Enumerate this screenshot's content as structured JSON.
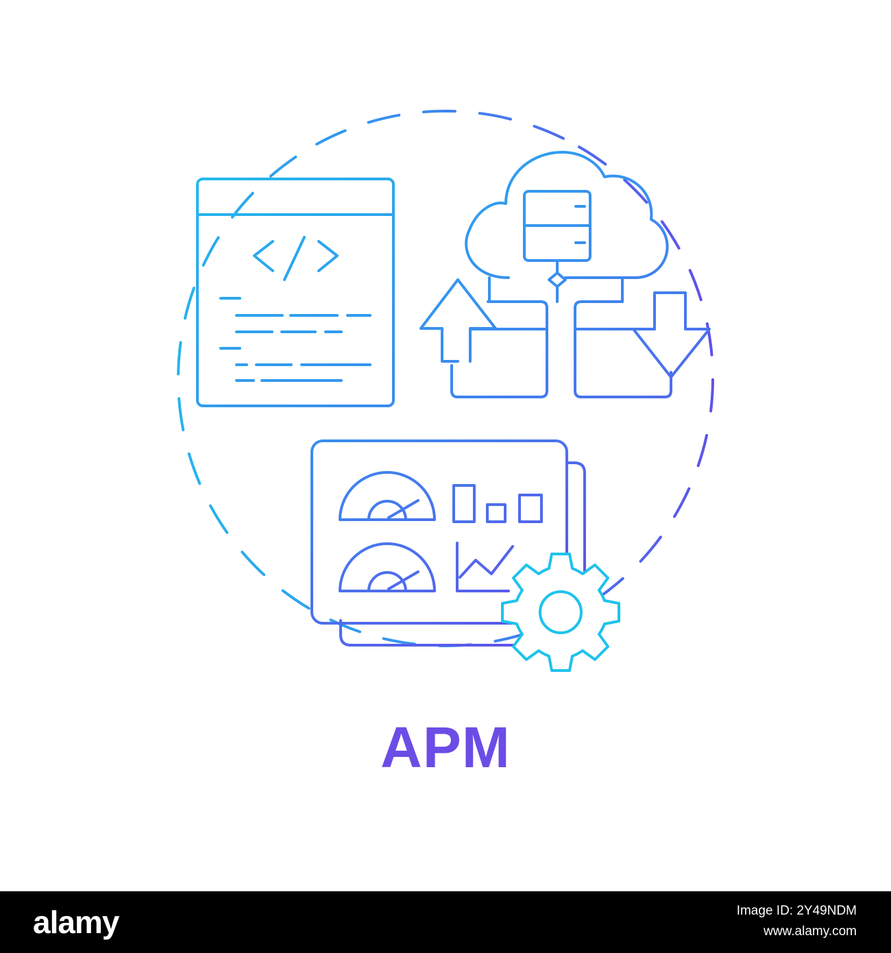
{
  "illustration": {
    "caption": "APM",
    "colors": {
      "gradient_top": "#1ec2ec",
      "gradient_mid": "#3b8bef",
      "gradient_bottom": "#6b3fe8",
      "caption": "#6b4de6",
      "background": "#ffffff"
    },
    "icons": [
      "code-window-icon",
      "cloud-server-icon",
      "upload-folder-icon",
      "download-folder-icon",
      "dashboard-icon",
      "gear-icon"
    ]
  },
  "footer": {
    "brand": "alamy",
    "image_id": "Image ID: 2Y49NDM",
    "site": "www.alamy.com",
    "background": "#000000"
  }
}
